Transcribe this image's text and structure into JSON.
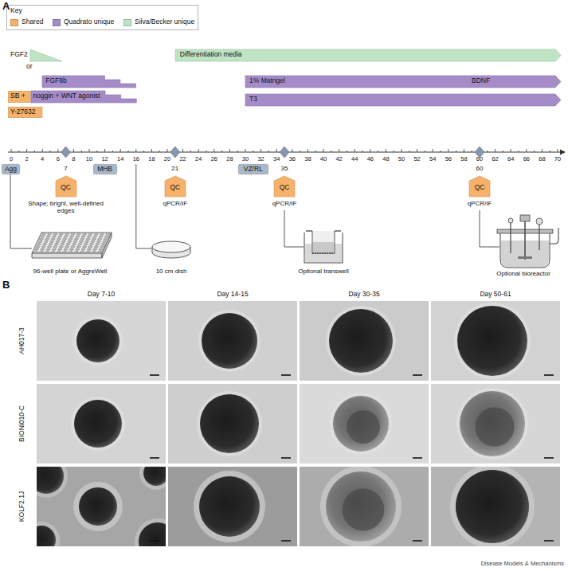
{
  "diagram": {
    "nodes": [
      {
        "text": [
          "Key"
        ]
      },
      {
        "text": [
          "FGF2"
        ]
      },
      {
        "text": [
          "Differentiation media"
        ]
      },
      {
        "text": [
          "FGF8b"
        ]
      },
      {
        "text": [
          "SB +"
        ]
      },
      {
        "text": [
          "noggin + WNT agonist"
        ]
      },
      {
        "text": [
          "Y-27632"
        ]
      },
      {
        "text": [
          "1% Matrigel",
          "BDNF"
        ]
      },
      {
        "text": [
          "T3"
        ]
      },
      {
        "text": [
          "Agg"
        ]
      },
      {
        "text": [
          "MHB"
        ]
      },
      {
        "text": [
          "VZ/RL"
        ]
      },
      {
        "text": [
          "QC"
        ]
      },
      {
        "text": [
          "QC"
        ]
      },
      {
        "text": [
          "QC"
        ]
      },
      {
        "text": [
          "QC"
        ]
      }
    ],
    "labels": [
      "A",
      "or",
      "0",
      "2",
      "4",
      "6",
      "8",
      "10",
      "12",
      "14",
      "16",
      "18",
      "20",
      "22",
      "24",
      "26",
      "28",
      "30",
      "32",
      "34",
      "36",
      "38",
      "40",
      "42",
      "44",
      "46",
      "48",
      "50",
      "52",
      "54",
      "56",
      "58",
      "60",
      "62",
      "64",
      "66",
      "68",
      "70",
      "7",
      "21",
      "35",
      "60",
      "Shape; bright, well-defined edges",
      "qPCR/IF",
      "qPCR/IF",
      "qPCR/IF",
      "96-well plate or AggreWell",
      "10 cm dish",
      "Optional transwell",
      "Optional bioreactor",
      "B",
      "Day 7-10",
      "Day 14-15",
      "Day 30-35",
      "Day 50-61",
      "AH017-3",
      "BIONi010-C",
      "KOLF2.1J",
      "Disease Models & Mechanisms"
    ],
    "legend": [
      {
        "text": "Shared",
        "color": "#f6b26b"
      },
      {
        "text": "Quadrato unique",
        "color": "#a58cc9"
      },
      {
        "text": "Silva/Becker unique",
        "color": "#bfe4c5"
      }
    ]
  }
}
